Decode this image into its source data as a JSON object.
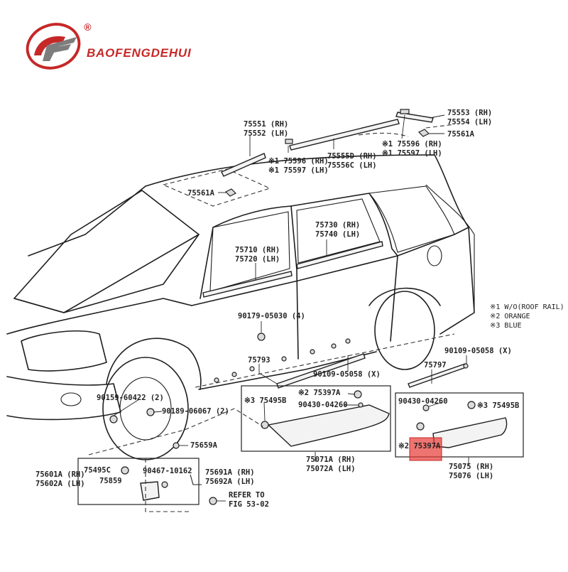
{
  "brand": {
    "name": "BAOFENGDEHUI",
    "mark": "®",
    "primary_color": "#c62828",
    "secondary_color": "#808080"
  },
  "notes": [
    "※1 W/O(ROOF RAIL)",
    "※2 ORANGE",
    "※3 BLUE"
  ],
  "labels": {
    "roof_front_rh": "75551 (RH)",
    "roof_front_lh": "75552 (LH)",
    "roof_rear_rh": "75553 (RH)",
    "roof_rear_lh": "75554 (LH)",
    "clip_rear_top": "75561A",
    "clip_front_top": "75561A",
    "roof_center_rh": "75555D (RH)",
    "roof_center_lh": "75556C (LH)",
    "roof_mid_front_rh": "※1 75596 (RH)",
    "roof_mid_front_lh": "※1 75597 (LH)",
    "roof_mid_rear_rh": "※1 75596 (RH)",
    "roof_mid_rear_lh": "※1 75597 (LH)",
    "rear_door_rh": "75730 (RH)",
    "rear_door_lh": "75740 (LH)",
    "front_door_rh": "75710 (RH)",
    "front_door_lh": "75720 (LH)",
    "rocker_bolt": "90179-05030 (4)",
    "rocker_clip_right": "90109-05058 (X)",
    "strip_left": "75793",
    "strip_right": "75797",
    "clip_mid": "90109-05058 (X)",
    "left_box_clip": "※3 75495B",
    "left_box_clip2": "※2 75397A",
    "left_box_nut": "90430-04260",
    "left_box_part_rh": "75071A (RH)",
    "left_box_part_lh": "75072A (LH)",
    "right_box_nut": "90430-04260",
    "right_box_clip": "※3 75495B",
    "right_box_clip2": "※2 75397A",
    "right_box_part_rh": "75075 (RH)",
    "right_box_part_lh": "75076 (LH)",
    "screw_a": "90159-60422 (2)",
    "screw_b": "90189-06067 (2)",
    "clip_75659a": "75659A",
    "mudflap_rh": "75601A (RH)",
    "mudflap_lh": "75602A (LH)",
    "clip_75495c": "75495C",
    "bolt_90467": "90467-10162",
    "part_75859": "75859",
    "clip_75691a": "75691A (RH)",
    "clip_75692a": "75692A (LH)",
    "refer_1": "REFER TO",
    "refer_2": "FIG 53-02"
  }
}
